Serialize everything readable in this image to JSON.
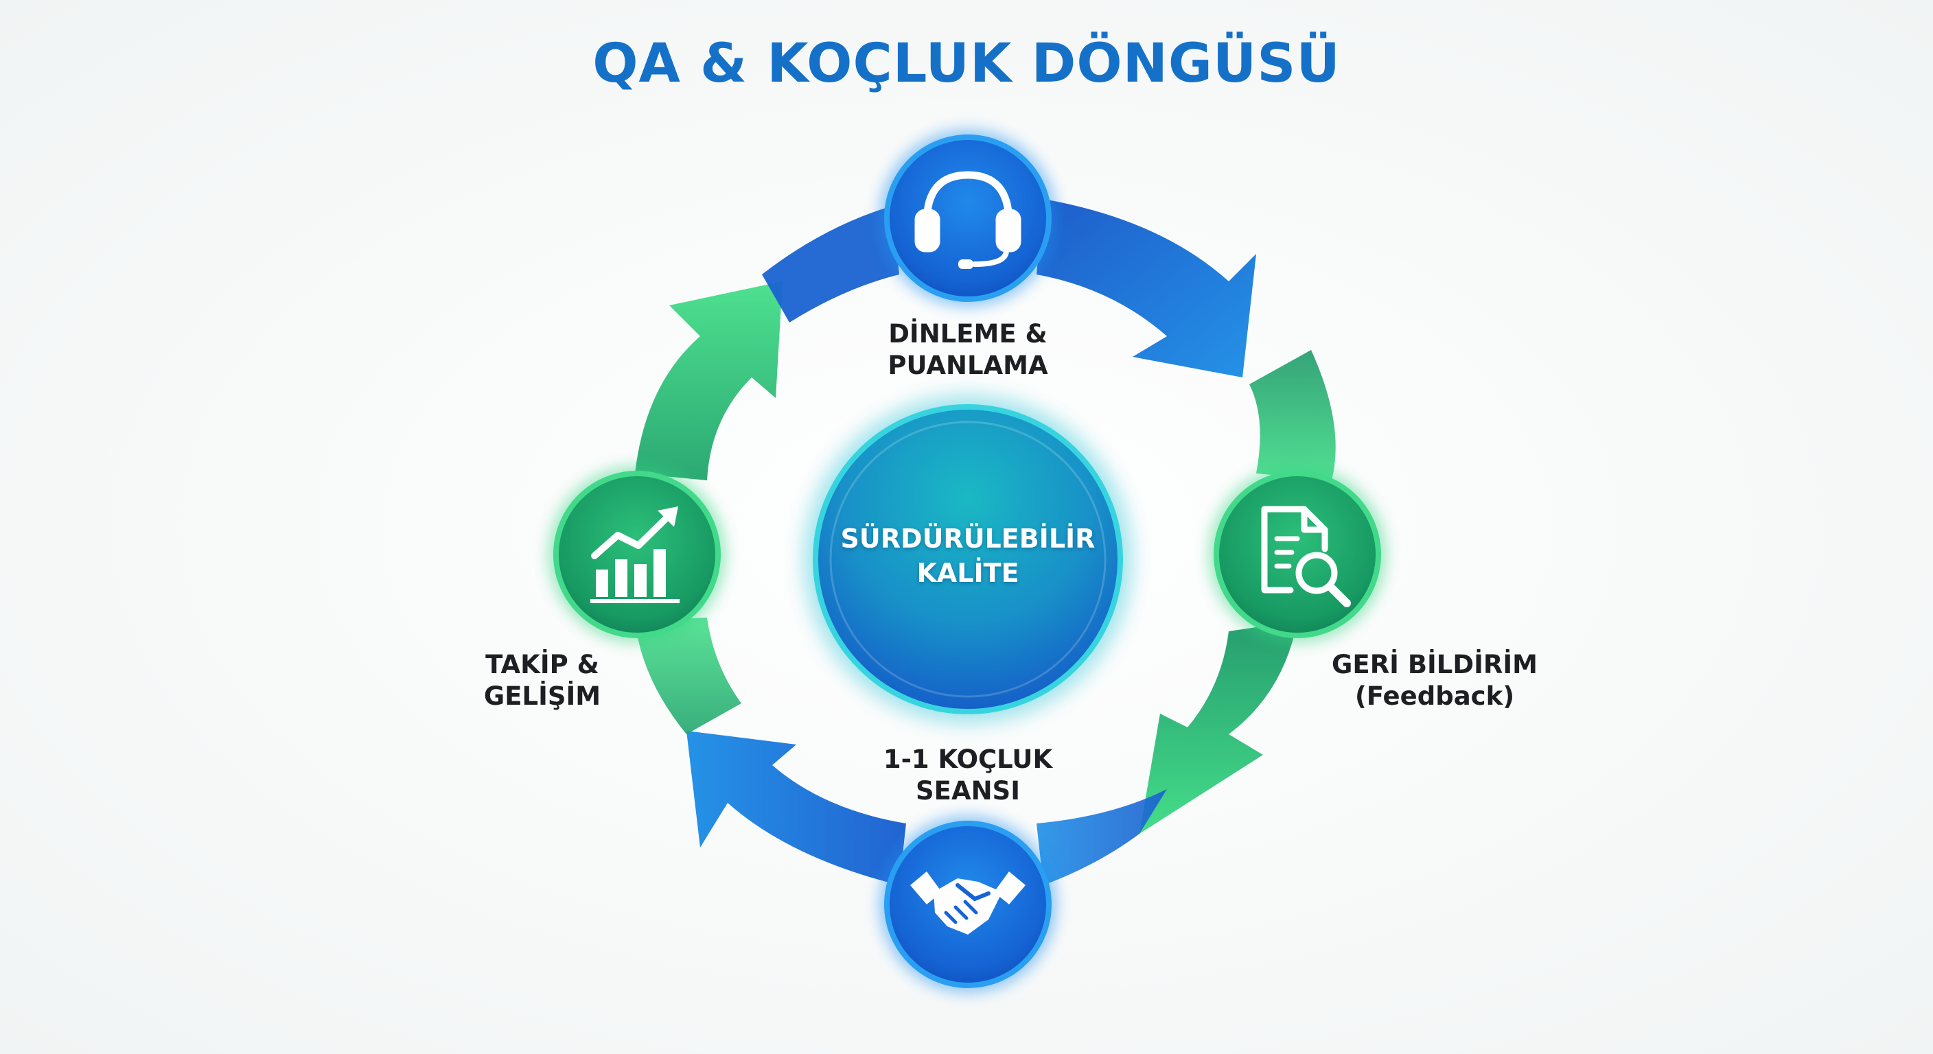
{
  "title": "QA & KOÇLUK DÖNGÜSÜ",
  "center": {
    "line1": "SÜRDÜRÜLEBİLİR",
    "line2": "KALİTE"
  },
  "steps": [
    {
      "icon": "headset-icon",
      "line1": "DİNLEME &",
      "line2": "PUANLAMA"
    },
    {
      "icon": "document-search-icon",
      "line1": "GERİ BİLDİRİM",
      "line2": "(Feedback)"
    },
    {
      "icon": "handshake-icon",
      "line1": "1-1 KOÇLUK",
      "line2": "SEANSI"
    },
    {
      "icon": "growth-chart-icon",
      "line1": "TAKİP &",
      "line2": "GELİŞİM"
    }
  ],
  "colors": {
    "title": "#1571c8",
    "blue": "#1a6fd6",
    "green": "#2ecb7a",
    "label": "#1d1f22"
  }
}
